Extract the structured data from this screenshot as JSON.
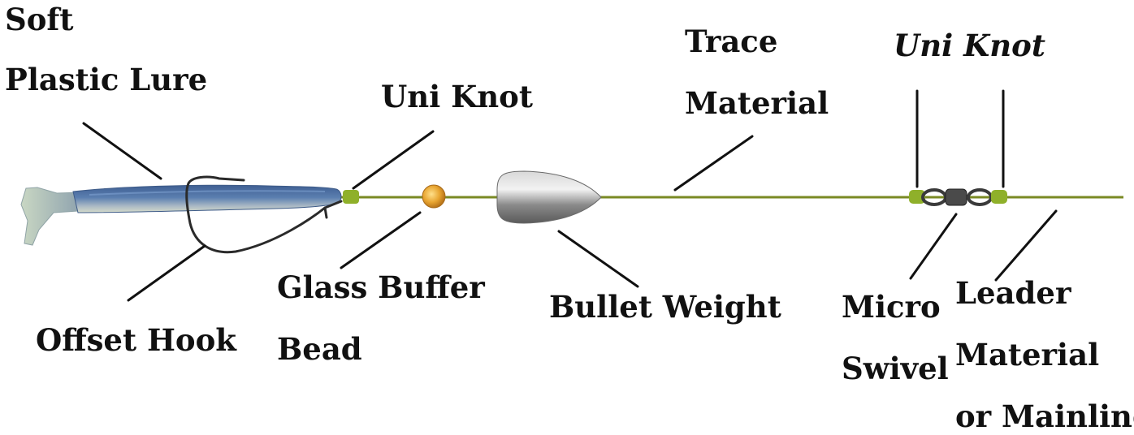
{
  "labels": {
    "soft": "Soft",
    "plastic_lure": "Plastic Lure",
    "uni_knot_left": "Uni Knot",
    "trace": "Trace",
    "material": "Material",
    "uni_knot_right": "Uni Knot",
    "glass_buffer": "Glass Buffer",
    "bead": "Bead",
    "bullet_weight": "Bullet Weight",
    "offset_hook": "Offset Hook",
    "micro": "Micro",
    "swivel": "Swivel",
    "leader": "Leader",
    "leader_material": "Material",
    "or_mainline": "or Mainline"
  },
  "colors": {
    "line": "#7a8a24",
    "knot": "#8fb02a",
    "bead": "#e8a531",
    "lure_body": "#4d6c9c",
    "lure_belly": "#c5d2c2",
    "weight": "#9a9a9a",
    "hook": "#2a2a2a",
    "swivel": "#3a3a3a",
    "pointer": "#111111"
  }
}
